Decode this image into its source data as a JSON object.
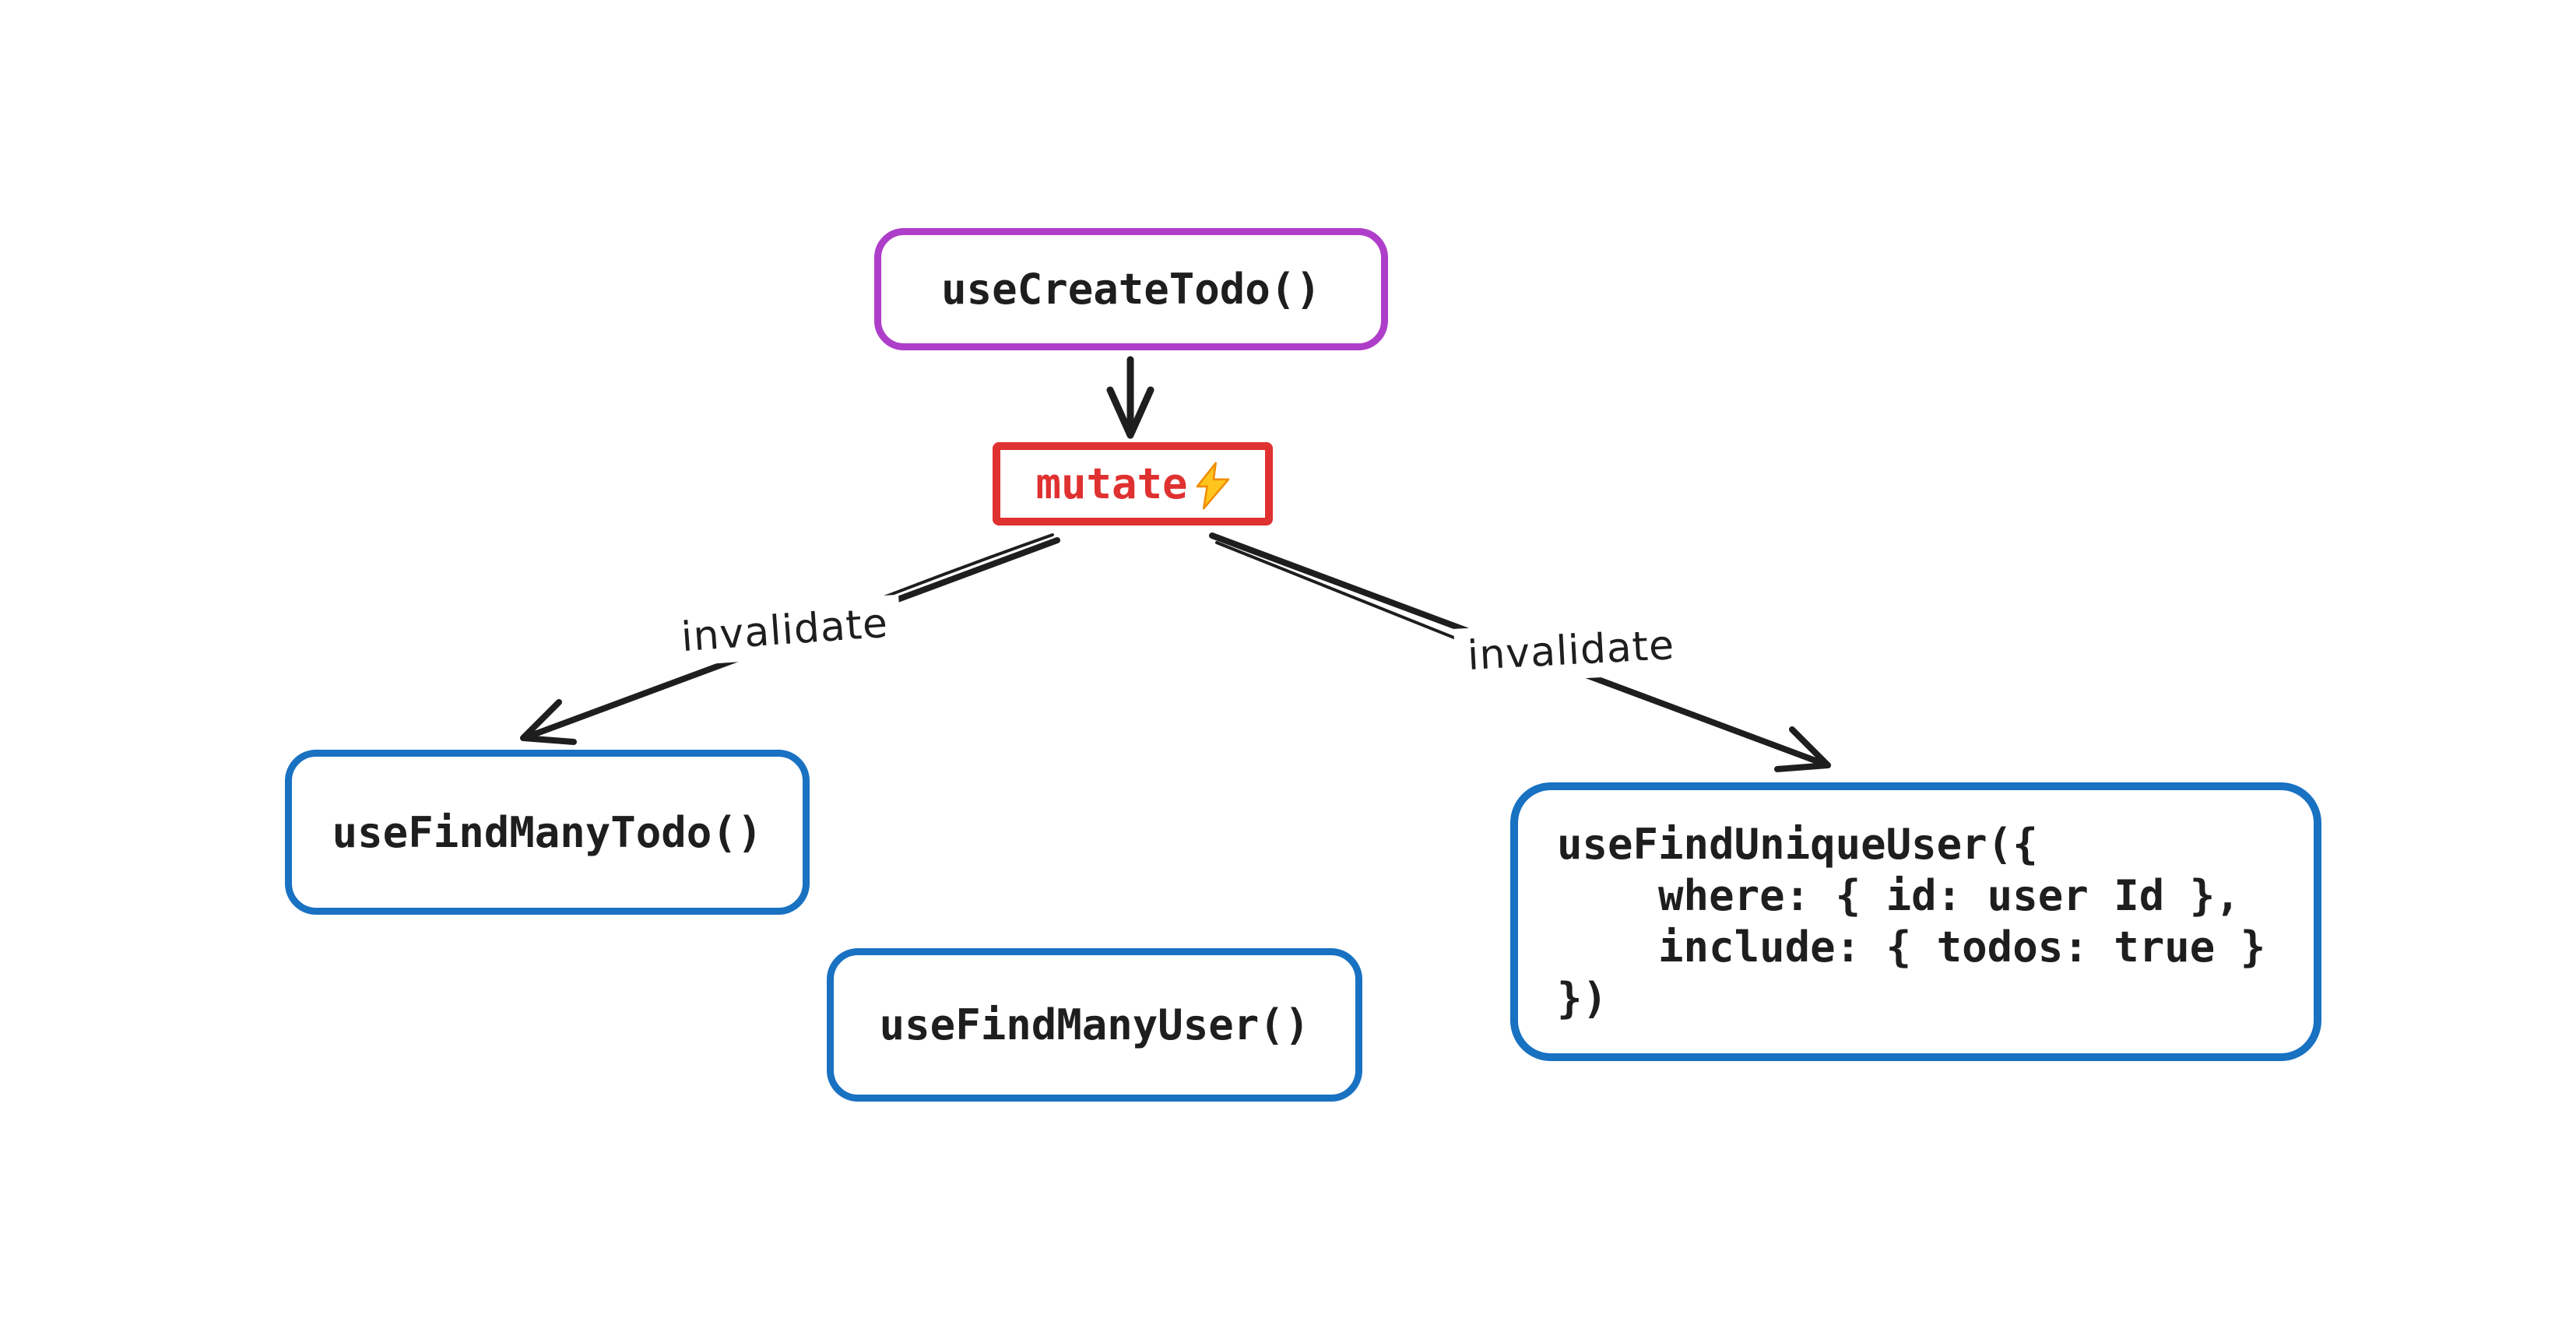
{
  "diagram": {
    "background_color": "#ffffff",
    "ink_color": "#1e1e1e",
    "nodes": {
      "create_todo": {
        "label": "useCreateTodo()",
        "border_color": "#ae3ec9",
        "text_color": "#1e1e1e"
      },
      "mutate": {
        "label": "mutate",
        "icon": "lightning-bolt",
        "border_color": "#e03131",
        "text_color": "#e03131",
        "bolt_fill_color": "#ffc51d",
        "bolt_stroke_color": "#f08c00"
      },
      "find_many_todo": {
        "label": "useFindManyTodo()",
        "border_color": "#1971c2",
        "text_color": "#1e1e1e"
      },
      "find_unique_user": {
        "lines": [
          "useFindUniqueUser({",
          "    where: { id: user Id },",
          "    include: { todos: true }",
          "})"
        ],
        "border_color": "#1971c2",
        "text_color": "#1e1e1e"
      },
      "find_many_user": {
        "label": "useFindManyUser()",
        "border_color": "#1971c2",
        "text_color": "#1e1e1e"
      }
    },
    "edges": {
      "create_to_mutate": {
        "from": "create_todo",
        "to": "mutate",
        "label": ""
      },
      "mutate_to_find_many_todo": {
        "from": "mutate",
        "to": "find_many_todo",
        "label": "invalidate"
      },
      "mutate_to_find_unique_user": {
        "from": "mutate",
        "to": "find_unique_user",
        "label": "invalidate"
      }
    }
  }
}
